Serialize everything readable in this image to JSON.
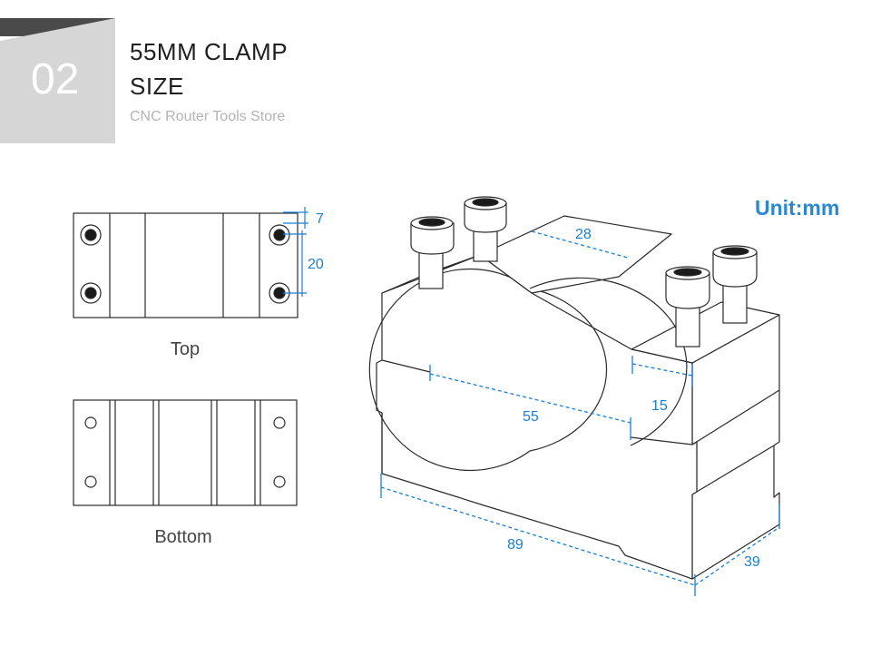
{
  "header": {
    "badge_number": "02",
    "title_line1": "55MM CLAMP",
    "title_line2": "SIZE",
    "subtitle": "CNC Router Tools Store"
  },
  "views": {
    "top_label": "Top",
    "bottom_label": "Bottom"
  },
  "unit_label": "Unit:mm",
  "dimensions": {
    "top_offset": "7",
    "top_spacing": "20",
    "block_width": "28",
    "side_height": "15",
    "bore_diameter": "55",
    "length": "89",
    "depth": "39"
  },
  "colors": {
    "dimension": "#1a7fd4",
    "outline": "#2a2a2a",
    "badge_gray": "#d6d6d6",
    "badge_dark": "#4a4a4a"
  }
}
